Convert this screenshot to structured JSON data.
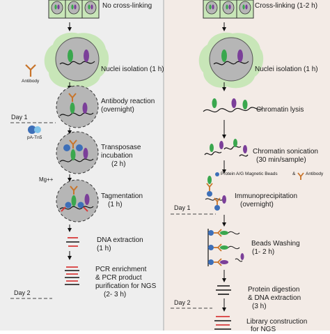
{
  "colors": {
    "left_panel_bg": "#eeeeee",
    "right_panel_bg": "#f3ebe6",
    "cell_green": "#c8e6b8",
    "nucleus_grey": "#b6b6b6",
    "protein_green": "#3aa74e",
    "protein_purple": "#7b3f99",
    "antibody_orange": "#c8742a",
    "tn5_blue": "#3d6fb8",
    "dna_red": "#d83a3a",
    "dna_black": "#111111"
  },
  "left": {
    "top_label": "No cross-linking",
    "nuclei_isolation": "Nuclei isolation (1 h)",
    "antibody_tag": "Antibody",
    "antibody_reaction_1": "Antibody reaction",
    "antibody_reaction_2": "(overnight)",
    "day1": "Day 1",
    "patn5": "pA-Tn5",
    "transposase_1": "Transposase",
    "transposase_2": "incubation",
    "transposase_3": "(2 h)",
    "mg": "Mg++",
    "tagmentation_1": "Tagmentation",
    "tagmentation_2": "(1 h)",
    "dna_extraction_1": "DNA extraction",
    "dna_extraction_2": "(1 h)",
    "pcr_1": "PCR enrichment",
    "pcr_2": "& PCR product",
    "pcr_3": "purification for NGS",
    "pcr_4": "(2- 3 h)",
    "day2": "Day 2"
  },
  "right": {
    "top_label": "Cross-linking (1-2 h)",
    "nuclei_isolation": "Nuclei isolation (1 h)",
    "chromatin_lysis": "Chromatin lysis",
    "sonication_1": "Chromatin sonication",
    "sonication_2": "(30 min/sample)",
    "beads_1": "Protein A/G Magnetic Beads",
    "beads_amp": "&",
    "beads_2": "Antibody",
    "ip_1": "Immunoprecipitation",
    "ip_2": "(overnight)",
    "day1": "Day 1",
    "wash_1": "Beads Washing",
    "wash_2": "(1- 2 h)",
    "digest_1": "Protein digestion",
    "digest_2": "& DNA extraction",
    "digest_3": "(3 h)",
    "day2": "Day 2",
    "library_1": "Library construction",
    "library_2": "for NGS"
  }
}
